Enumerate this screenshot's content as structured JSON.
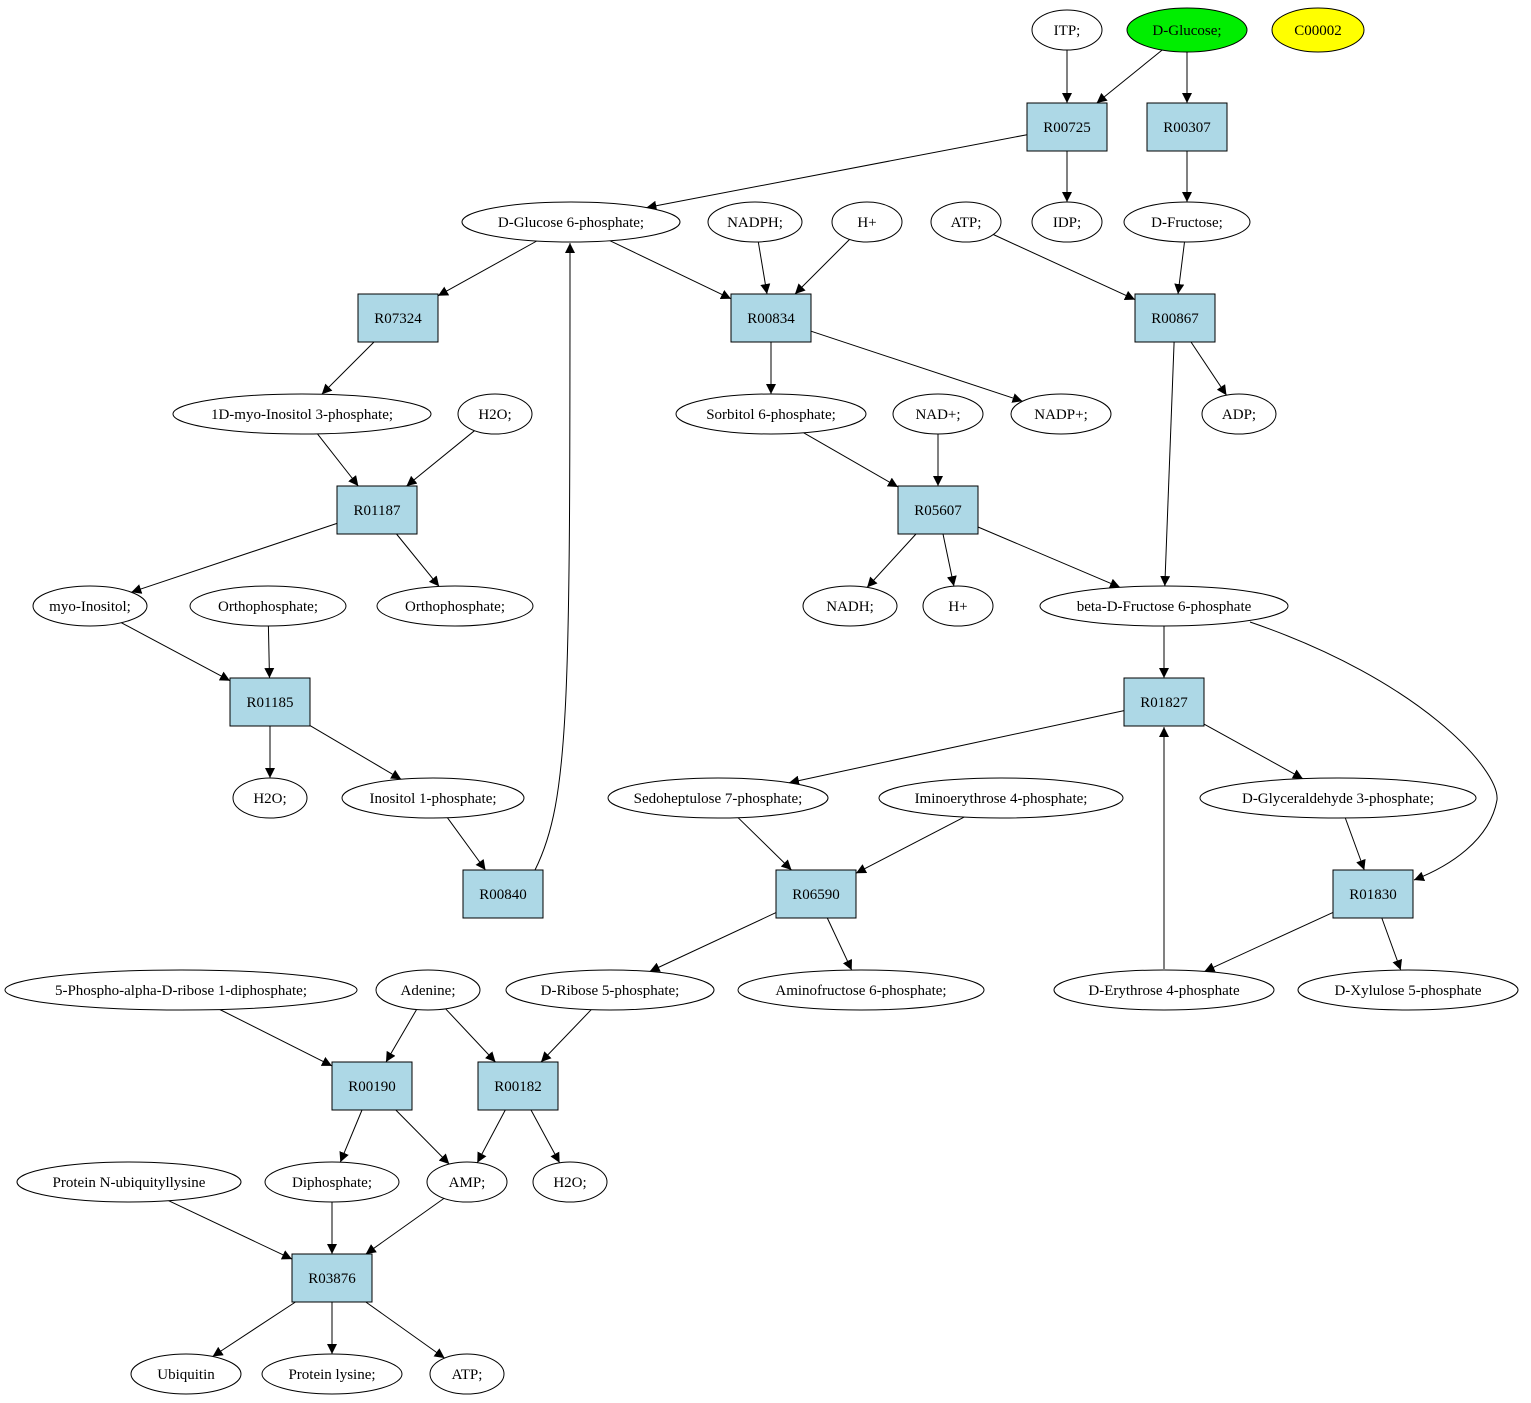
{
  "colors": {
    "reaction_fill": "#add8e6",
    "compound_fill": "#ffffff",
    "highlight_green": "#00ee00",
    "highlight_yellow": "#ffff00",
    "stroke": "#000000"
  },
  "nodes": [
    {
      "id": "itp",
      "kind": "compound",
      "label": "ITP;"
    },
    {
      "id": "dglucose",
      "kind": "compound",
      "label": "D-Glucose;",
      "fill": "#00ee00"
    },
    {
      "id": "c00002",
      "kind": "compound",
      "label": "C00002",
      "fill": "#ffff00"
    },
    {
      "id": "R00725",
      "kind": "reaction",
      "label": "R00725"
    },
    {
      "id": "R00307",
      "kind": "reaction",
      "label": "R00307"
    },
    {
      "id": "g6p",
      "kind": "compound",
      "label": "D-Glucose 6-phosphate;"
    },
    {
      "id": "nadph",
      "kind": "compound",
      "label": "NADPH;"
    },
    {
      "id": "hplus1",
      "kind": "compound",
      "label": "H+"
    },
    {
      "id": "atp1",
      "kind": "compound",
      "label": "ATP;"
    },
    {
      "id": "idp",
      "kind": "compound",
      "label": "IDP;"
    },
    {
      "id": "dfructose",
      "kind": "compound",
      "label": "D-Fructose;"
    },
    {
      "id": "R07324",
      "kind": "reaction",
      "label": "R07324"
    },
    {
      "id": "R00834",
      "kind": "reaction",
      "label": "R00834"
    },
    {
      "id": "R00867",
      "kind": "reaction",
      "label": "R00867"
    },
    {
      "id": "mi3p",
      "kind": "compound",
      "label": "1D-myo-Inositol 3-phosphate;"
    },
    {
      "id": "h2o1",
      "kind": "compound",
      "label": "H2O;"
    },
    {
      "id": "s6p",
      "kind": "compound",
      "label": "Sorbitol 6-phosphate;"
    },
    {
      "id": "nadplus",
      "kind": "compound",
      "label": "NAD+;"
    },
    {
      "id": "nadpplus",
      "kind": "compound",
      "label": "NADP+;"
    },
    {
      "id": "adp",
      "kind": "compound",
      "label": "ADP;"
    },
    {
      "id": "R01187",
      "kind": "reaction",
      "label": "R01187"
    },
    {
      "id": "R05607",
      "kind": "reaction",
      "label": "R05607"
    },
    {
      "id": "myoinositol",
      "kind": "compound",
      "label": "myo-Inositol;"
    },
    {
      "id": "ortho1",
      "kind": "compound",
      "label": "Orthophosphate;"
    },
    {
      "id": "ortho2",
      "kind": "compound",
      "label": "Orthophosphate;"
    },
    {
      "id": "nadh",
      "kind": "compound",
      "label": "NADH;"
    },
    {
      "id": "hplus2",
      "kind": "compound",
      "label": "H+"
    },
    {
      "id": "bf6p",
      "kind": "compound",
      "label": "beta-D-Fructose 6-phosphate"
    },
    {
      "id": "R01185",
      "kind": "reaction",
      "label": "R01185"
    },
    {
      "id": "R01827",
      "kind": "reaction",
      "label": "R01827"
    },
    {
      "id": "h2o2",
      "kind": "compound",
      "label": "H2O;"
    },
    {
      "id": "i1p",
      "kind": "compound",
      "label": "Inositol 1-phosphate;"
    },
    {
      "id": "sh7p",
      "kind": "compound",
      "label": "Sedoheptulose 7-phosphate;"
    },
    {
      "id": "ie4p",
      "kind": "compound",
      "label": "Iminoerythrose 4-phosphate;"
    },
    {
      "id": "ga3p",
      "kind": "compound",
      "label": "D-Glyceraldehyde 3-phosphate;"
    },
    {
      "id": "R00840",
      "kind": "reaction",
      "label": "R00840"
    },
    {
      "id": "R06590",
      "kind": "reaction",
      "label": "R06590"
    },
    {
      "id": "R01830",
      "kind": "reaction",
      "label": "R01830"
    },
    {
      "id": "prpp",
      "kind": "compound",
      "label": "5-Phospho-alpha-D-ribose 1-diphosphate;"
    },
    {
      "id": "adenine",
      "kind": "compound",
      "label": "Adenine;"
    },
    {
      "id": "r5p",
      "kind": "compound",
      "label": "D-Ribose 5-phosphate;"
    },
    {
      "id": "af6p",
      "kind": "compound",
      "label": "Aminofructose 6-phosphate;"
    },
    {
      "id": "e4p",
      "kind": "compound",
      "label": "D-Erythrose 4-phosphate"
    },
    {
      "id": "x5p",
      "kind": "compound",
      "label": "D-Xylulose 5-phosphate"
    },
    {
      "id": "R00190",
      "kind": "reaction",
      "label": "R00190"
    },
    {
      "id": "R00182",
      "kind": "reaction",
      "label": "R00182"
    },
    {
      "id": "pnul",
      "kind": "compound",
      "label": "Protein N-ubiquityllysine"
    },
    {
      "id": "diphosphate",
      "kind": "compound",
      "label": "Diphosphate;"
    },
    {
      "id": "amp",
      "kind": "compound",
      "label": "AMP;"
    },
    {
      "id": "h2o3",
      "kind": "compound",
      "label": "H2O;"
    },
    {
      "id": "R03876",
      "kind": "reaction",
      "label": "R03876"
    },
    {
      "id": "ubiquitin",
      "kind": "compound",
      "label": "Ubiquitin"
    },
    {
      "id": "plysine",
      "kind": "compound",
      "label": "Protein lysine;"
    },
    {
      "id": "atp2",
      "kind": "compound",
      "label": "ATP;"
    }
  ],
  "edges": [
    {
      "from": "itp",
      "to": "R00725"
    },
    {
      "from": "dglucose",
      "to": "R00725"
    },
    {
      "from": "dglucose",
      "to": "R00307"
    },
    {
      "from": "R00725",
      "to": "g6p"
    },
    {
      "from": "R00725",
      "to": "idp"
    },
    {
      "from": "R00307",
      "to": "dfructose"
    },
    {
      "from": "g6p",
      "to": "R07324"
    },
    {
      "from": "g6p",
      "to": "R00834"
    },
    {
      "from": "nadph",
      "to": "R00834"
    },
    {
      "from": "hplus1",
      "to": "R00834"
    },
    {
      "from": "atp1",
      "to": "R00867"
    },
    {
      "from": "dfructose",
      "to": "R00867"
    },
    {
      "from": "R07324",
      "to": "mi3p"
    },
    {
      "from": "R00834",
      "to": "s6p"
    },
    {
      "from": "R00834",
      "to": "nadpplus"
    },
    {
      "from": "R00867",
      "to": "adp"
    },
    {
      "from": "R00867",
      "to": "bf6p"
    },
    {
      "from": "mi3p",
      "to": "R01187"
    },
    {
      "from": "h2o1",
      "to": "R01187"
    },
    {
      "from": "s6p",
      "to": "R05607"
    },
    {
      "from": "nadplus",
      "to": "R05607"
    },
    {
      "from": "R01187",
      "to": "myoinositol"
    },
    {
      "from": "R01187",
      "to": "ortho2"
    },
    {
      "from": "R05607",
      "to": "nadh"
    },
    {
      "from": "R05607",
      "to": "hplus2"
    },
    {
      "from": "R05607",
      "to": "bf6p"
    },
    {
      "from": "myoinositol",
      "to": "R01185"
    },
    {
      "from": "ortho1",
      "to": "R01185"
    },
    {
      "from": "bf6p",
      "to": "R01827"
    },
    {
      "from": "bf6p",
      "to": "R01830"
    },
    {
      "from": "R01185",
      "to": "h2o2"
    },
    {
      "from": "R01185",
      "to": "i1p"
    },
    {
      "from": "R01827",
      "to": "sh7p"
    },
    {
      "from": "R01827",
      "to": "ga3p"
    },
    {
      "from": "i1p",
      "to": "R00840"
    },
    {
      "from": "R00840",
      "to": "g6p"
    },
    {
      "from": "sh7p",
      "to": "R06590"
    },
    {
      "from": "ie4p",
      "to": "R06590"
    },
    {
      "from": "ga3p",
      "to": "R01830"
    },
    {
      "from": "R06590",
      "to": "r5p"
    },
    {
      "from": "R06590",
      "to": "af6p"
    },
    {
      "from": "R01830",
      "to": "e4p"
    },
    {
      "from": "R01830",
      "to": "x5p"
    },
    {
      "from": "e4p",
      "to": "R01827"
    },
    {
      "from": "prpp",
      "to": "R00190"
    },
    {
      "from": "adenine",
      "to": "R00190"
    },
    {
      "from": "adenine",
      "to": "R00182"
    },
    {
      "from": "r5p",
      "to": "R00182"
    },
    {
      "from": "R00190",
      "to": "diphosphate"
    },
    {
      "from": "R00190",
      "to": "amp"
    },
    {
      "from": "R00182",
      "to": "amp"
    },
    {
      "from": "R00182",
      "to": "h2o3"
    },
    {
      "from": "pnul",
      "to": "R03876"
    },
    {
      "from": "diphosphate",
      "to": "R03876"
    },
    {
      "from": "amp",
      "to": "R03876"
    },
    {
      "from": "R03876",
      "to": "ubiquitin"
    },
    {
      "from": "R03876",
      "to": "plysine"
    },
    {
      "from": "R03876",
      "to": "atp2"
    }
  ]
}
